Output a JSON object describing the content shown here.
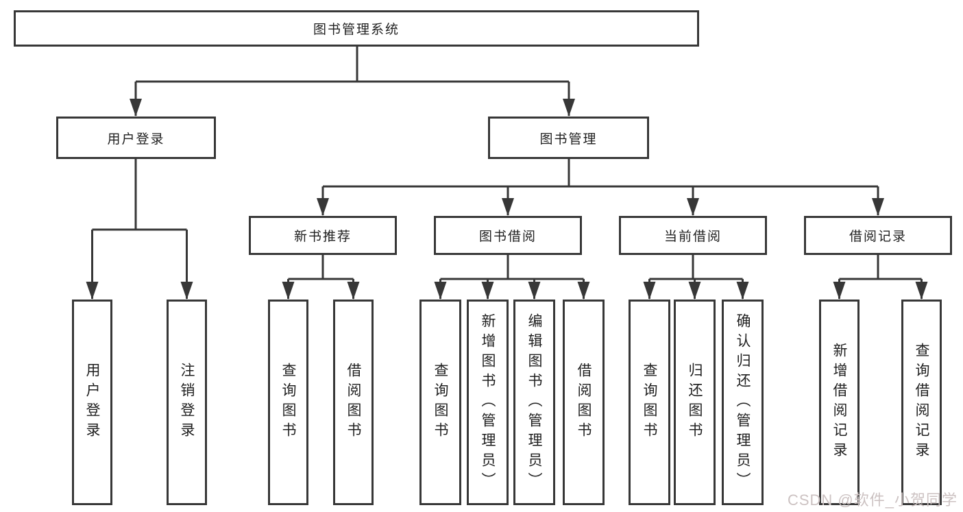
{
  "diagram": {
    "root": {
      "label": "图书管理系统"
    },
    "level2": [
      {
        "label": "用户登录"
      },
      {
        "label": "图书管理"
      }
    ],
    "level3": [
      {
        "label": "新书推荐"
      },
      {
        "label": "图书借阅"
      },
      {
        "label": "当前借阅"
      },
      {
        "label": "借阅记录"
      }
    ],
    "leaves": {
      "user_login": [
        "用户登录",
        "注销登录"
      ],
      "new_book_recommend": [
        "查询图书",
        "借阅图书"
      ],
      "book_borrow": [
        "查询图书",
        "新增图书（管理员）",
        "编辑图书（管理员）",
        "借阅图书"
      ],
      "current_borrow": [
        "查询图书",
        "归还图书",
        "确认归还（管理员）"
      ],
      "borrow_records": [
        "新增借阅记录",
        "查询借阅记录"
      ]
    }
  },
  "watermark": "CSDN @软件_小贺同学",
  "colors": {
    "line": "#373737",
    "text": "#1f1f1f",
    "background": "#ffffff",
    "watermark": "#ccc2c2"
  }
}
